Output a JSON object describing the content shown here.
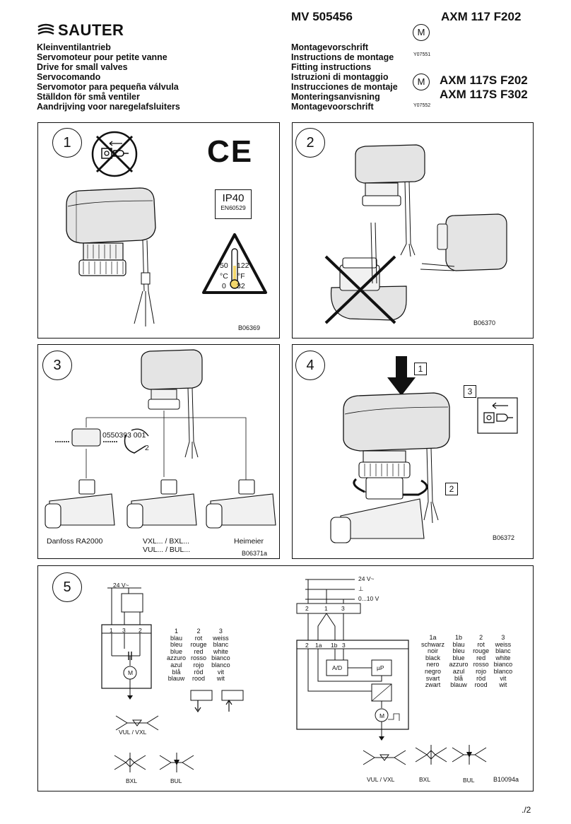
{
  "header": {
    "brand": "SAUTER",
    "doc_number": "MV 505456",
    "model_top": "AXM 117 F202",
    "model_mid": "AXM 117S F202",
    "model_bottom": "AXM 117S F302",
    "motor_symbol": "M",
    "code_top": "Y07551",
    "code_bottom": "Y07552",
    "titles_left": [
      "Kleinventilantrieb",
      "Servomoteur pour petite vanne",
      "Drive for small valves",
      "Servocomando",
      "Servomotor para pequeña válvula",
      "Ställdon för små ventiler",
      "Aandrijving voor naregelafsluiters"
    ],
    "titles_right": [
      "Montagevorschrift",
      "Instructions de montage",
      "Fitting instructions",
      "Istruzioni di montaggio",
      "Instrucciones de montaje",
      "Monteringsanvisning",
      "Montagevoorschrift"
    ]
  },
  "panel1": {
    "number": "1",
    "ip_rating": "IP40",
    "ip_standard": "EN60529",
    "ce_mark": "CE",
    "temp_c_max": "50",
    "temp_f_max": "122",
    "unit_c": "°C",
    "unit_f": "°F",
    "temp_c_min": "0",
    "temp_f_min": "32",
    "code": "B06369"
  },
  "panel2": {
    "number": "2",
    "code": "B06370"
  },
  "panel3": {
    "number": "3",
    "part_no": "0550393 001",
    "step": "2",
    "valves": [
      "Danfoss RA2000",
      "VXL... / BXL...",
      "VUL... / BUL...",
      "Heimeier"
    ],
    "code": "B06371a"
  },
  "panel4": {
    "number": "4",
    "steps": [
      "1",
      "2",
      "3"
    ],
    "code": "B06372"
  },
  "panel5": {
    "number": "5",
    "left_supply": "24 V~",
    "left_terminals": [
      "1",
      "3",
      "2"
    ],
    "motor": "M",
    "legend_left": [
      {
        "head": "1",
        "lines": [
          "blau",
          "bleu",
          "blue",
          "azzuro",
          "azul",
          "blå",
          "blauw"
        ]
      },
      {
        "head": "2",
        "lines": [
          "rot",
          "rouge",
          "red",
          "rosso",
          "rojo",
          "röd",
          "rood"
        ]
      },
      {
        "head": "3",
        "lines": [
          "weiss",
          "blanc",
          "white",
          "bianco",
          "blanco",
          "vit",
          "wit"
        ]
      }
    ],
    "left_valve_label": "VUL / VXL",
    "bottom_left_labels": [
      "BXL",
      "BUL"
    ],
    "right_supply": "24 V~",
    "right_ground": "⊥",
    "right_signal": "0...10 V",
    "right_top_terminals": [
      "2",
      "1",
      "3"
    ],
    "right_inner_terminals": [
      "2",
      "1a",
      "1b",
      "3"
    ],
    "ad_label": "A/D",
    "up_label": "µP",
    "legend_right": [
      {
        "head": "1a",
        "lines": [
          "schwarz",
          "noir",
          "black",
          "nero",
          "negro",
          "svart",
          "zwart"
        ]
      },
      {
        "head": "1b",
        "lines": [
          "blau",
          "bleu",
          "blue",
          "azzuro",
          "azul",
          "blå",
          "blauw"
        ]
      },
      {
        "head": "2",
        "lines": [
          "rot",
          "rouge",
          "red",
          "rosso",
          "rojo",
          "röd",
          "rood"
        ]
      },
      {
        "head": "3",
        "lines": [
          "weiss",
          "blanc",
          "white",
          "bianco",
          "blanco",
          "vit",
          "wit"
        ]
      }
    ],
    "bottom_right_labels": [
      "VUL / VXL",
      "BXL",
      "BUL"
    ],
    "code": "B10094a"
  },
  "footer": {
    "page": "./2"
  }
}
